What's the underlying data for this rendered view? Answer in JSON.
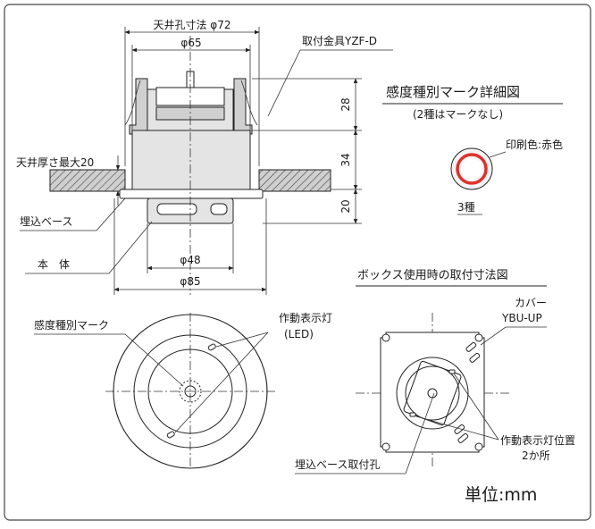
{
  "side_view": {
    "ceiling_hole": "天井孔寸法 φ72",
    "d65": "φ65",
    "mount_bracket": "取付金具YZF-D",
    "ceiling_thickness": "天井厚さ最大20",
    "embed_base": "埋込ベース",
    "main_body": "本　体",
    "d48": "φ48",
    "d85": "φ85",
    "h28": "28",
    "h34": "34",
    "h20": "20"
  },
  "mark_detail": {
    "title": "感度種別マーク詳細図",
    "subtitle": "(2種はマークなし)",
    "print_color": "印刷色:赤色",
    "grade": "3種",
    "ring_color": "#e0302a"
  },
  "front_view": {
    "sensitivity_mark": "感度種別マーク",
    "indicator_lamp": "作動表示灯",
    "led": "(LED)"
  },
  "box_view": {
    "title": "ボックス使用時の取付寸法図",
    "cover": "カバー",
    "cover_model": "YBU-UP",
    "lamp_position": "作動表示灯位置",
    "two_places": "2か所",
    "base_hole": "埋込ベース取付孔"
  },
  "unit": "単位:mm"
}
